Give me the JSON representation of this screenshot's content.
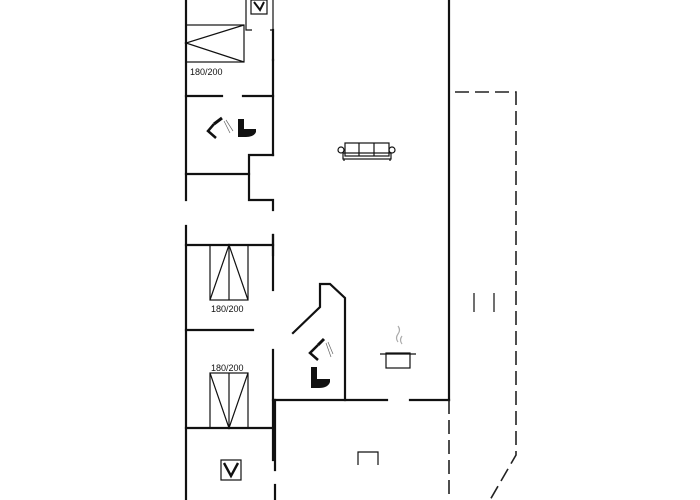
{
  "plan": {
    "type": "floor-plan",
    "background": "#ffffff",
    "line_color": "#111111"
  },
  "rooms": [
    {
      "id": "bedroom-top",
      "bed_label": "180/200"
    },
    {
      "id": "bathroom-top",
      "fixtures": [
        "shower-icon",
        "toilet-icon"
      ]
    },
    {
      "id": "bedroom-middle",
      "bed_label": "180/200"
    },
    {
      "id": "bedroom-bottom",
      "bed_label": "180/200"
    },
    {
      "id": "bathroom-center",
      "fixtures": [
        "shower-icon",
        "toilet-icon"
      ]
    },
    {
      "id": "living-room",
      "fixtures": [
        "sofa-icon"
      ]
    },
    {
      "id": "kitchen",
      "fixtures": [
        "cooking-pot-icon"
      ]
    },
    {
      "id": "utility-top",
      "fixtures": [
        "washing-machine-icon"
      ]
    },
    {
      "id": "utility-bottom",
      "fixtures": [
        "washing-machine-icon"
      ]
    },
    {
      "id": "terrace",
      "style": "dashed"
    }
  ],
  "labels": {
    "bed_top": "180/200",
    "bed_middle": "180/200",
    "bed_bottom": "180/200"
  }
}
